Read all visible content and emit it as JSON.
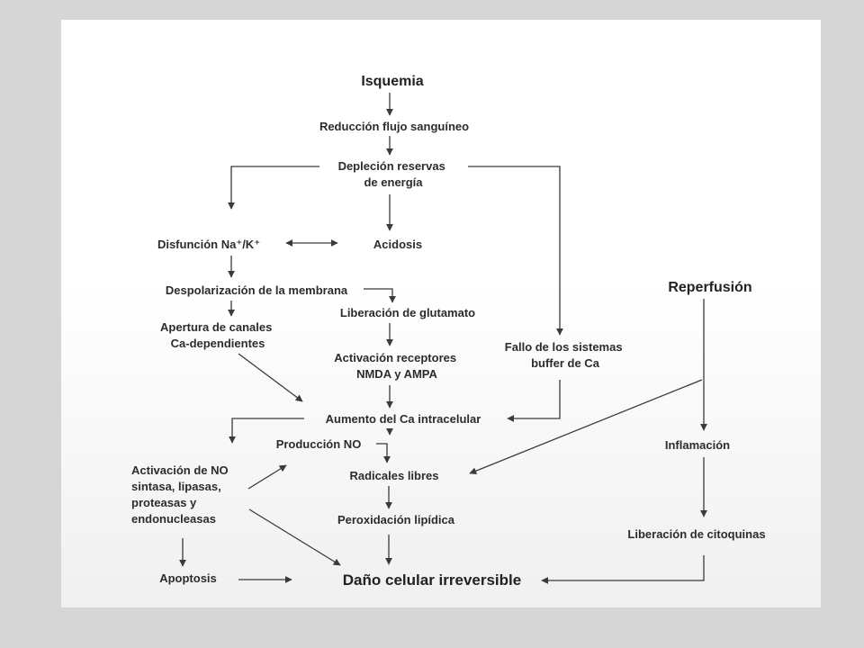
{
  "diagram": {
    "nodes": {
      "isquemia": [
        "Isquemia"
      ],
      "reduccion": [
        "Reducción flujo sanguíneo"
      ],
      "deplecion": [
        "Depleción reservas",
        "de energía"
      ],
      "disfuncion": [
        "Disfunción Na⁺/K⁺"
      ],
      "acidosis": [
        "Acidosis"
      ],
      "despolarizacion": [
        "Despolarización de la membrana"
      ],
      "liberacion_glutamato": [
        "Liberación de glutamato"
      ],
      "apertura": [
        "Apertura de canales",
        "Ca-dependientes"
      ],
      "activacion_receptores": [
        "Activación receptores",
        "NMDA y AMPA"
      ],
      "fallo": [
        "Fallo de los sistemas",
        "buffer de Ca"
      ],
      "reperfusion": [
        "Reperfusión"
      ],
      "aumento": [
        "Aumento  del Ca intracelular"
      ],
      "produccion_no": [
        "Producción NO"
      ],
      "activacion_no": [
        "Activación de NO",
        "sintasa, lipasas,",
        "proteasas y",
        "endonucleasas"
      ],
      "radicales": [
        "Radicales libres"
      ],
      "inflamacion": [
        "Inflamación"
      ],
      "peroxidacion": [
        "Peroxidación lipídica"
      ],
      "liberacion_citoquinas": [
        "Liberación de citoquinas"
      ],
      "apoptosis": [
        "Apoptosis"
      ],
      "dano": [
        "Daño celular irreversible"
      ]
    },
    "edges": [
      {
        "from": "isquemia",
        "to": "reduccion"
      },
      {
        "from": "reduccion",
        "to": "deplecion"
      },
      {
        "from": "deplecion",
        "to": "disfuncion"
      },
      {
        "from": "deplecion",
        "to": "acidosis"
      },
      {
        "from": "deplecion",
        "to": "fallo"
      },
      {
        "from": "disfuncion",
        "to": "acidosis",
        "bidirectional": true
      },
      {
        "from": "disfuncion",
        "to": "despolarizacion"
      },
      {
        "from": "despolarizacion",
        "to": "apertura"
      },
      {
        "from": "despolarizacion",
        "to": "liberacion_glutamato"
      },
      {
        "from": "liberacion_glutamato",
        "to": "activacion_receptores"
      },
      {
        "from": "activacion_receptores",
        "to": "aumento"
      },
      {
        "from": "apertura",
        "to": "aumento"
      },
      {
        "from": "fallo",
        "to": "aumento"
      },
      {
        "from": "aumento",
        "to": "activacion_no"
      },
      {
        "from": "aumento",
        "to": "radicales"
      },
      {
        "from": "activacion_no",
        "to": "produccion_no"
      },
      {
        "from": "produccion_no",
        "to": "radicales"
      },
      {
        "from": "activacion_no",
        "to": "dano"
      },
      {
        "from": "activacion_no",
        "to": "apoptosis"
      },
      {
        "from": "apoptosis",
        "to": "dano"
      },
      {
        "from": "radicales",
        "to": "peroxidacion"
      },
      {
        "from": "peroxidacion",
        "to": "dano"
      },
      {
        "from": "reperfusion",
        "to": "radicales"
      },
      {
        "from": "reperfusion",
        "to": "inflamacion"
      },
      {
        "from": "inflamacion",
        "to": "liberacion_citoquinas"
      },
      {
        "from": "liberacion_citoquinas",
        "to": "dano"
      }
    ]
  }
}
